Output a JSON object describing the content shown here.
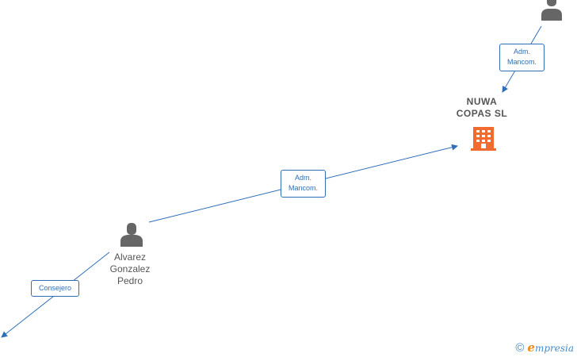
{
  "nodes": {
    "company": {
      "name_line1": "NUWA",
      "name_line2": "COPAS SL",
      "icon": "building-icon",
      "color": "#f26a2e"
    },
    "person_main": {
      "name_line1": "Alvarez",
      "name_line2": "Gonzalez",
      "name_line3": "Pedro",
      "icon": "person-icon"
    },
    "person_top": {
      "icon": "person-icon"
    }
  },
  "edges": [
    {
      "label_line1": "Adm.",
      "label_line2": "Mancom."
    },
    {
      "label_line1": "Adm.",
      "label_line2": "Mancom."
    },
    {
      "label_line1": "Consejero"
    }
  ],
  "colors": {
    "edge": "#2f6fb8",
    "node_icon": "#666666",
    "company": "#f26a2e"
  },
  "footer": {
    "copyright_symbol": "©",
    "brand_initial": "e",
    "brand_rest": "mpresia"
  }
}
